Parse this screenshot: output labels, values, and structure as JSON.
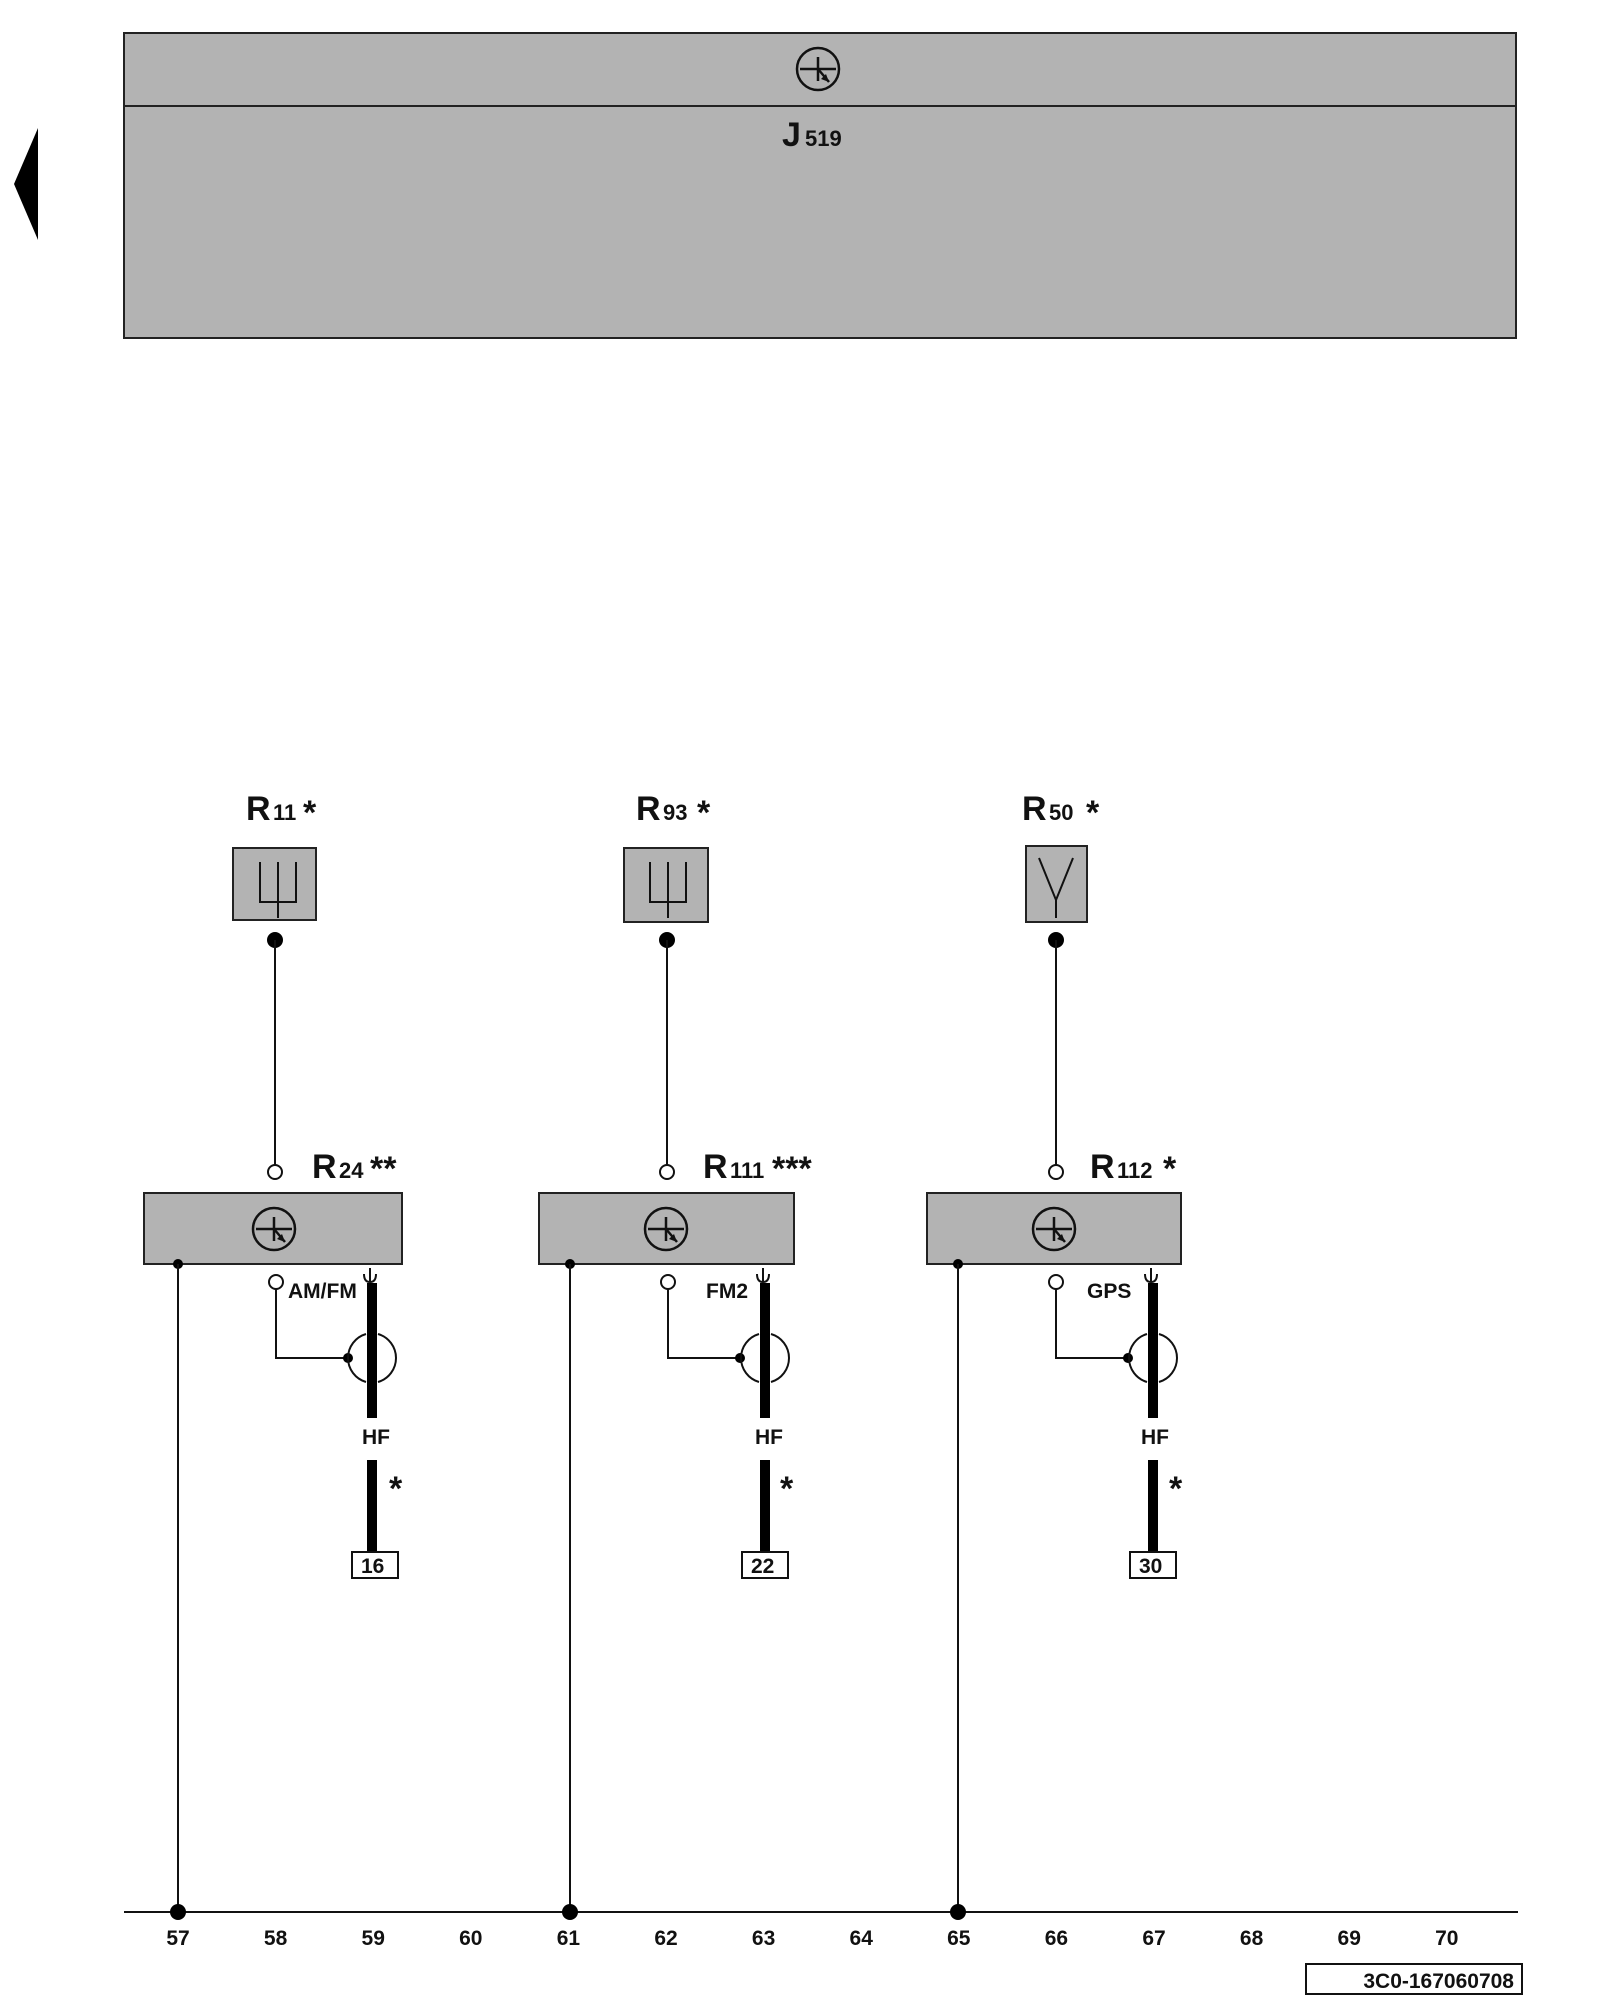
{
  "control_unit": {
    "name": "J",
    "number": "519"
  },
  "components": [
    {
      "antenna_name": "R",
      "antenna_number": "11",
      "antenna_mark": "*",
      "amplifier_name": "R",
      "amplifier_number": "24",
      "amplifier_mark": "**",
      "signal": "AM/FM",
      "cable": "HF",
      "cable_mark": "*",
      "ref": "16"
    },
    {
      "antenna_name": "R",
      "antenna_number": "93",
      "antenna_mark": "*",
      "amplifier_name": "R",
      "amplifier_number": "111",
      "amplifier_mark": "***",
      "signal": "FM2",
      "cable": "HF",
      "cable_mark": "*",
      "ref": "22"
    },
    {
      "antenna_name": "R",
      "antenna_number": "50",
      "antenna_mark": "*",
      "amplifier_name": "R",
      "amplifier_number": "112",
      "amplifier_mark": "*",
      "signal": "GPS",
      "cable": "HF",
      "cable_mark": "*",
      "ref": "30"
    }
  ],
  "grid_numbers": [
    "57",
    "58",
    "59",
    "60",
    "61",
    "62",
    "63",
    "64",
    "65",
    "66",
    "67",
    "68",
    "69",
    "70"
  ],
  "diagram_code": "3C0-167060708",
  "icons": {
    "prev_page": "triangle-left-icon",
    "module_symbol": "antenna-amplifier-icon",
    "rod_antenna": "rod-antenna-icon",
    "gps_antenna": "gps-antenna-icon"
  }
}
